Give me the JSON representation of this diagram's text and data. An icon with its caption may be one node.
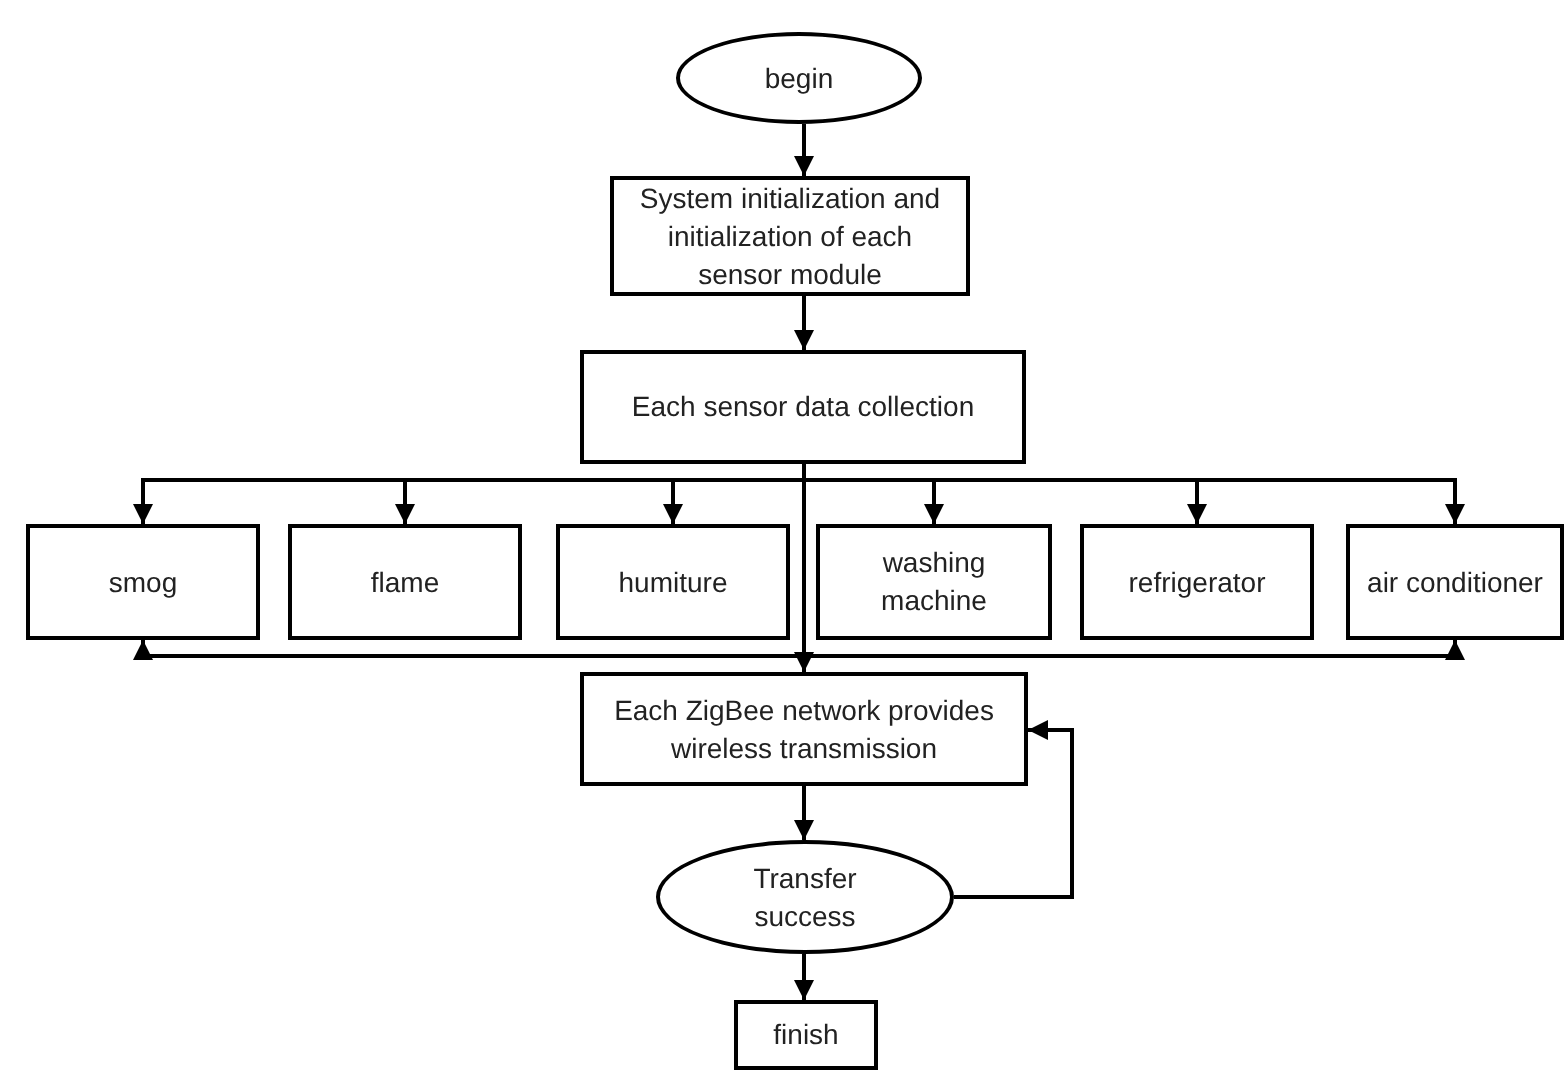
{
  "diagram": {
    "nodes": [
      {
        "text": [
          "begin"
        ]
      },
      {
        "text": [
          "System initialization and initialization of each sensor module"
        ]
      },
      {
        "text": [
          "Each sensor data collection"
        ]
      },
      {
        "text": [
          "smog"
        ]
      },
      {
        "text": [
          "flame"
        ]
      },
      {
        "text": [
          "humiture"
        ]
      },
      {
        "text": [
          "washing machine"
        ]
      },
      {
        "text": [
          "refrigerator"
        ]
      },
      {
        "text": [
          "air conditioner"
        ]
      },
      {
        "text": [
          "Each ZigBee network provides wireless transmission"
        ]
      },
      {
        "text": [
          "Transfer success"
        ]
      },
      {
        "text": [
          "finish"
        ]
      }
    ],
    "edges": [
      {
        "from": 0,
        "to": 1,
        "arrow": "to"
      },
      {
        "from": 1,
        "to": 2,
        "arrow": "to"
      },
      {
        "from": 2,
        "to": 3,
        "arrow": "to"
      },
      {
        "from": 2,
        "to": 4,
        "arrow": "to"
      },
      {
        "from": 2,
        "to": 5,
        "arrow": "to"
      },
      {
        "from": 2,
        "to": 6,
        "arrow": "to"
      },
      {
        "from": 2,
        "to": 7,
        "arrow": "to"
      },
      {
        "from": 2,
        "to": 8,
        "arrow": "to"
      },
      {
        "from": 2,
        "to": 9,
        "arrow": "to"
      },
      {
        "from": 9,
        "to": 3,
        "arrow": "to"
      },
      {
        "from": 9,
        "to": 8,
        "arrow": "to"
      },
      {
        "from": 9,
        "to": 10,
        "arrow": "to"
      },
      {
        "from": 10,
        "to": 9,
        "arrow": "to"
      },
      {
        "from": 10,
        "to": 11,
        "arrow": "to"
      }
    ]
  }
}
